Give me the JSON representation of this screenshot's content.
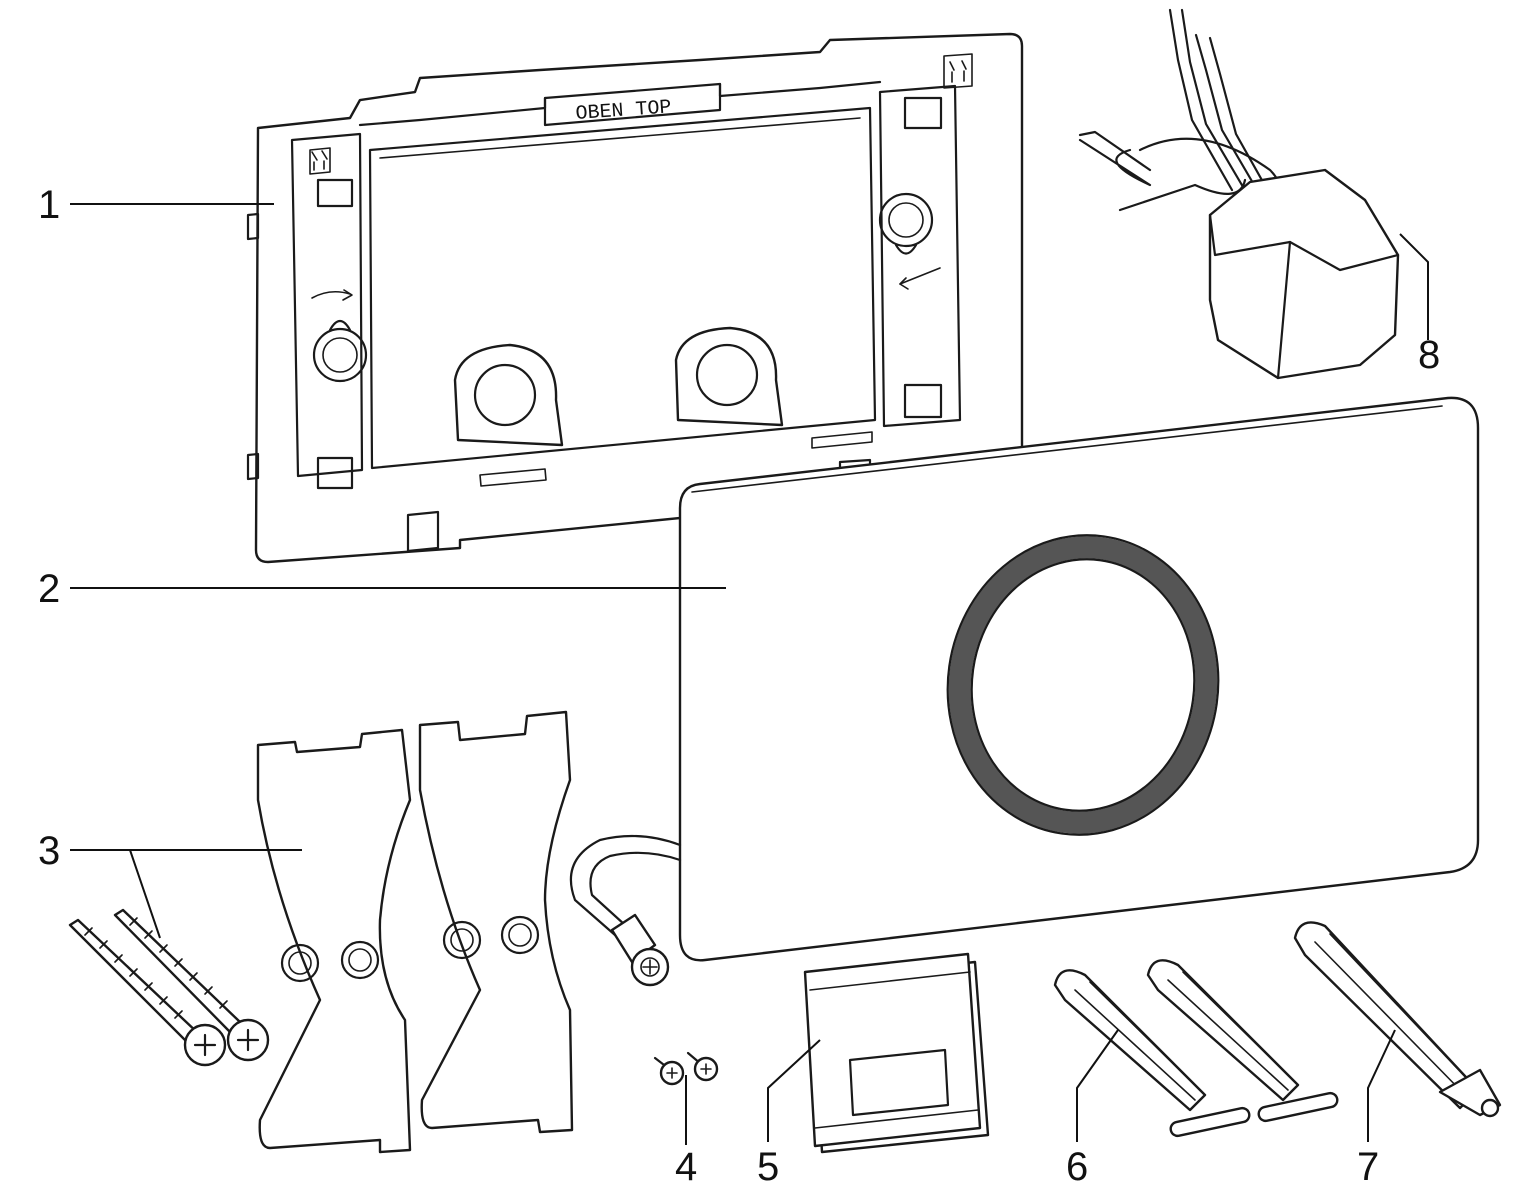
{
  "frame_label": "OBEN TOP",
  "callouts": [
    {
      "id": "1",
      "label": "1"
    },
    {
      "id": "2",
      "label": "2"
    },
    {
      "id": "3",
      "label": "3"
    },
    {
      "id": "4",
      "label": "4"
    },
    {
      "id": "5",
      "label": "5"
    },
    {
      "id": "6",
      "label": "6"
    },
    {
      "id": "7",
      "label": "7"
    },
    {
      "id": "8",
      "label": "8"
    }
  ],
  "colors": {
    "line": "#1a1a1a",
    "sensor_ring": "#555555",
    "background": "#ffffff"
  }
}
